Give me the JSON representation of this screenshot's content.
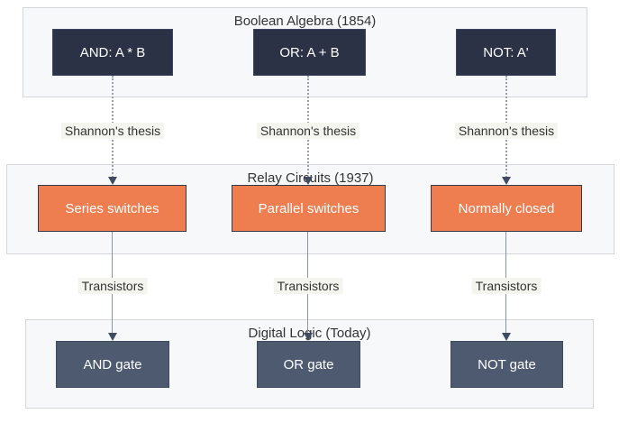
{
  "palette": {
    "page_bg": "#ffffff",
    "container_bg": "#f7f8fa",
    "container_border": "#d4d6da",
    "boolean_node_bg": "#2b3245",
    "relay_node_bg": "#ee7d4f",
    "logic_node_bg": "#4d5a70",
    "node_text": "#ffffff",
    "edge_line": "#99a0ab",
    "arrowhead": "#3f4a63",
    "edge_label_bg": "#f4f5ef",
    "title_text": "#333333"
  },
  "sections": [
    {
      "title": "Boolean Algebra (1854)",
      "nodes": [
        {
          "label": "AND: A * B"
        },
        {
          "label": "OR: A + B"
        },
        {
          "label": "NOT: A'"
        }
      ]
    },
    {
      "title": "Relay Circuits (1937)",
      "nodes": [
        {
          "label": "Series switches"
        },
        {
          "label": "Parallel switches"
        },
        {
          "label": "Normally closed"
        }
      ]
    },
    {
      "title": "Digital Logic (Today)",
      "nodes": [
        {
          "label": "AND gate"
        },
        {
          "label": "OR gate"
        },
        {
          "label": "NOT gate"
        }
      ]
    }
  ],
  "edges": [
    {
      "style": "dotted",
      "labels": [
        "Shannon's thesis",
        "Shannon's thesis",
        "Shannon's thesis"
      ]
    },
    {
      "style": "solid",
      "labels": [
        "Transistors",
        "Transistors",
        "Transistors"
      ]
    }
  ]
}
